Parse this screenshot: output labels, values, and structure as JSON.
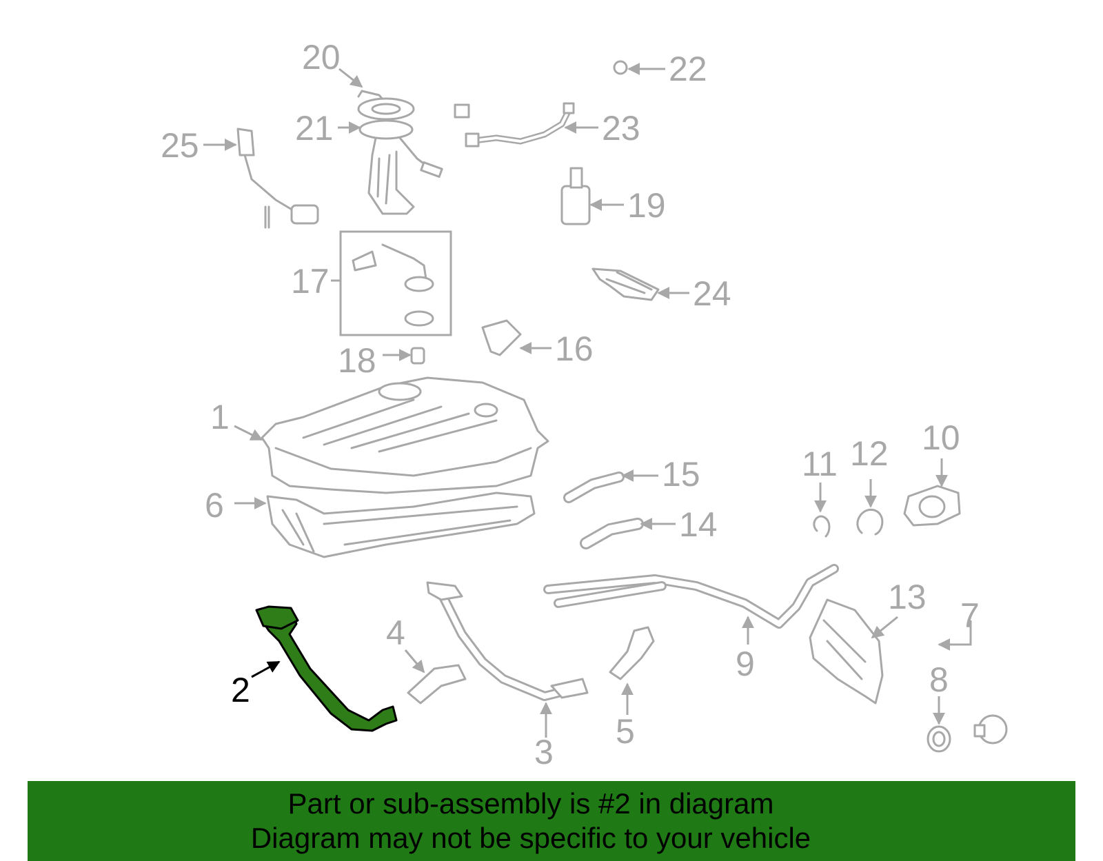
{
  "diagram": {
    "highlight_color": "#2f7d18",
    "line_color": "#a8a8a8",
    "callouts": {
      "c1": "1",
      "c2": "2",
      "c3": "3",
      "c4": "4",
      "c5": "5",
      "c6": "6",
      "c7": "7",
      "c8": "8",
      "c9": "9",
      "c10": "10",
      "c11": "11",
      "c12": "12",
      "c13": "13",
      "c14": "14",
      "c15": "15",
      "c16": "16",
      "c17": "17",
      "c18": "18",
      "c19": "19",
      "c20": "20",
      "c21": "21",
      "c22": "22",
      "c23": "23",
      "c24": "24",
      "c25": "25"
    },
    "highlighted_part": "2"
  },
  "footer": {
    "background": "#1f7a16",
    "line1": "Part or sub-assembly is #2 in diagram",
    "line2": "Diagram may not be specific to your vehicle"
  }
}
